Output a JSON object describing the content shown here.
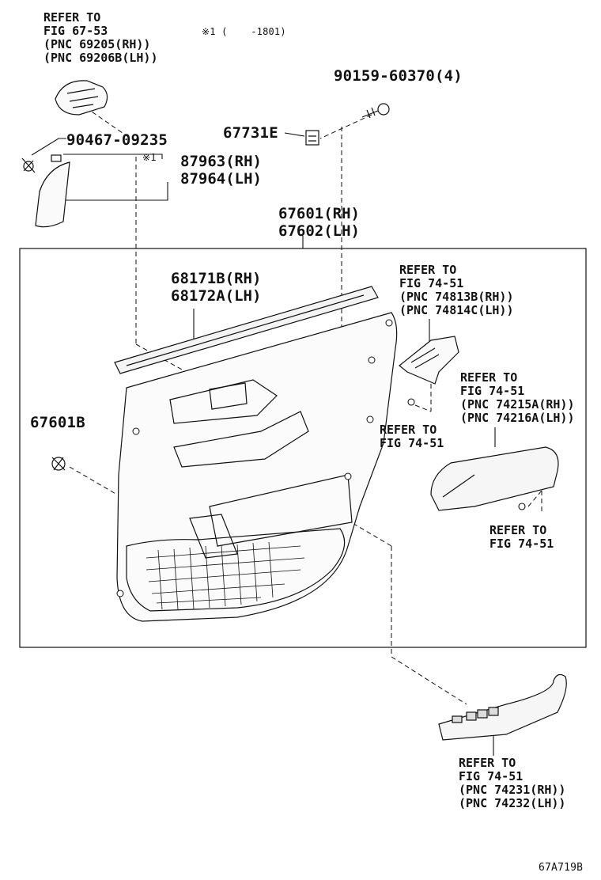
{
  "figure_code": "67A719B",
  "note": "※1 (    -1801)",
  "note_mark": "※1",
  "labels": {
    "cup_handle": [
      "REFER TO",
      "FIG 67-53",
      "(PNC 69205(RH))",
      "(PNC 69206B(LH))"
    ],
    "screw_90159": "90159-60370(4)",
    "clip_67731E": "67731E",
    "screw_90467": "90467-09235",
    "cover_87963": [
      "87963(RH)",
      "87964(LH)"
    ],
    "board_67601": [
      "67601(RH)",
      "67602(LH)"
    ],
    "weatherstrip_68171": [
      "68171B(RH)",
      "68172A(LH)"
    ],
    "bracket_ref": [
      "REFER TO",
      "FIG 74-51",
      "(PNC 74813B(RH))",
      "(PNC 74814C(LH))"
    ],
    "armrest_ref": [
      "REFER TO",
      "FIG 74-51",
      "(PNC 74215A(RH))",
      "(PNC 74216A(LH))"
    ],
    "clip_67601B": "67601B",
    "screw_ref_a": [
      "REFER TO",
      "FIG 74-51"
    ],
    "screw_ref_b": [
      "REFER TO",
      "FIG 74-51"
    ],
    "switch_ref": [
      "REFER TO",
      "FIG 74-51",
      "(PNC 74231(RH))",
      "(PNC 74232(LH))"
    ]
  }
}
